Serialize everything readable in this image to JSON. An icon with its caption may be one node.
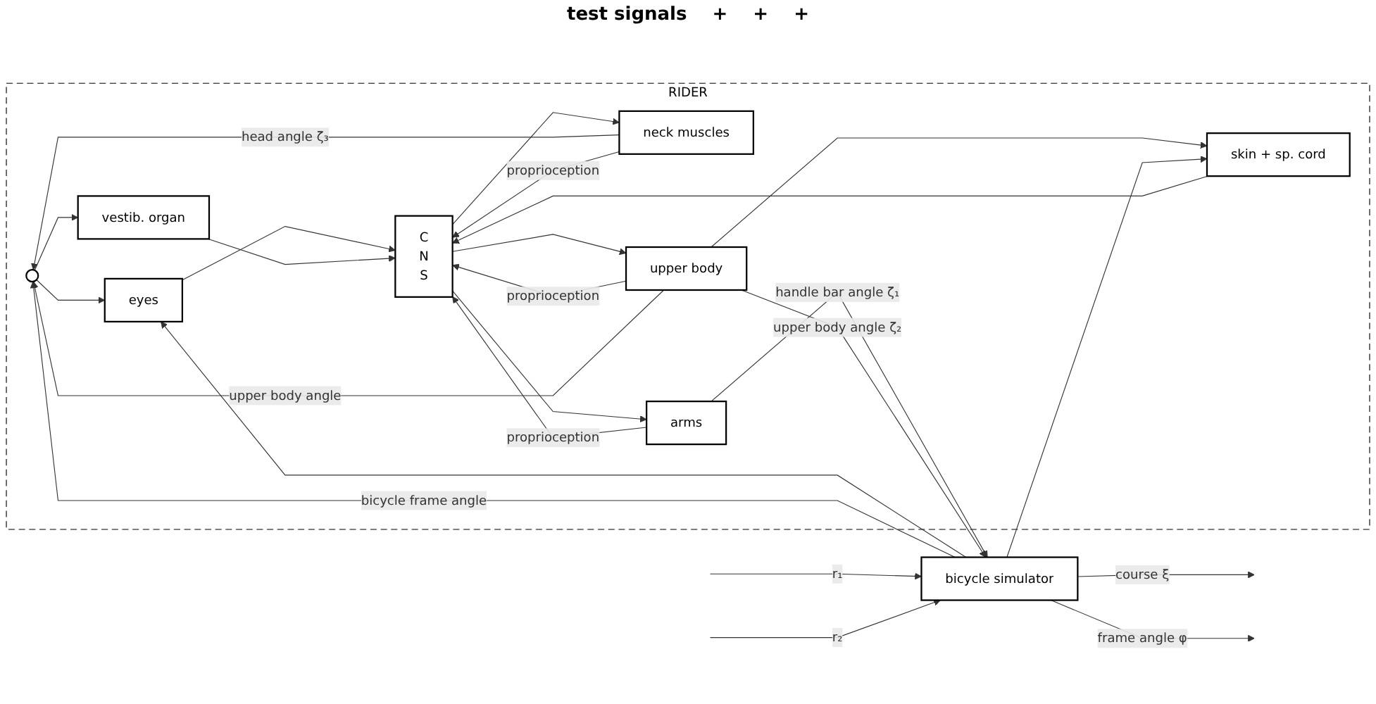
{
  "diagram": {
    "nodes": [
      {
        "text": [
          "RIDER"
        ]
      },
      {
        "text": [],
        "shape": "circle",
        "in": 0
      },
      {
        "text": [
          "eyes"
        ],
        "in": 0
      },
      {
        "text": [
          "vestib. organ"
        ],
        "in": 0
      },
      {
        "text": [
          "skin + sp. cord"
        ],
        "in": 0
      },
      {
        "text": [
          "C",
          "N",
          "S"
        ],
        "in": 0
      },
      {
        "text": [
          "neck muscles"
        ],
        "in": 0
      },
      {
        "text": [
          "arms"
        ],
        "in": 0
      },
      {
        "text": [
          "upper body"
        ],
        "in": 0
      },
      {
        "text": [
          "bicycle simulator"
        ]
      }
    ],
    "edges": [
      {
        "from": 1,
        "to": 2,
        "arrow": "to"
      },
      {
        "from": 1,
        "to": 3,
        "arrow": "to"
      },
      {
        "from": 2,
        "to": 5,
        "arrow": "to"
      },
      {
        "from": 3,
        "to": 5,
        "arrow": "to"
      },
      {
        "from": 4,
        "to": 5,
        "arrow": "to"
      },
      {
        "from": 5,
        "to": 6,
        "arrow": "to"
      },
      {
        "from": 5,
        "to": 7,
        "arrow": "to"
      },
      {
        "from": 5,
        "to": 8,
        "arrow": "to"
      },
      {
        "from": 7,
        "to": 9,
        "label": "handle bar angle ζ₁",
        "arrow": "to"
      },
      {
        "from": 8,
        "to": 9,
        "label": "upper body angle ζ₂",
        "arrow": "to"
      },
      {
        "from": null,
        "to": 9,
        "label": "r₁",
        "arrow": "to"
      },
      {
        "from": null,
        "to": 9,
        "label": "r₂",
        "arrow": "to"
      },
      {
        "from": 9,
        "to": null,
        "label": "course ξ",
        "arrow": "to"
      },
      {
        "from": 9,
        "to": null,
        "label": "frame angle φ",
        "arrow": "to"
      },
      {
        "from": 9,
        "to": 2,
        "arrow": "to"
      },
      {
        "from": 6,
        "to": 1,
        "label": "head angle ζ₃",
        "arrow": "to"
      },
      {
        "from": 6,
        "to": 5,
        "label": "proprioception",
        "arrow": "to"
      },
      {
        "from": 7,
        "to": 5,
        "label": "proprioception",
        "arrow": "to"
      },
      {
        "from": 8,
        "to": 5,
        "label": "proprioception",
        "arrow": "to"
      },
      {
        "from": 8,
        "to": 1,
        "label": "upper body angle",
        "arrow": "to"
      },
      {
        "from": 8,
        "to": 4,
        "arrow": "to"
      },
      {
        "from": 9,
        "to": 1,
        "label": "bicycle frame angle",
        "arrow": "to"
      },
      {
        "from": 9,
        "to": 4,
        "arrow": "to"
      }
    ],
    "labels": [
      "test signals",
      "+",
      "+",
      "+"
    ]
  }
}
